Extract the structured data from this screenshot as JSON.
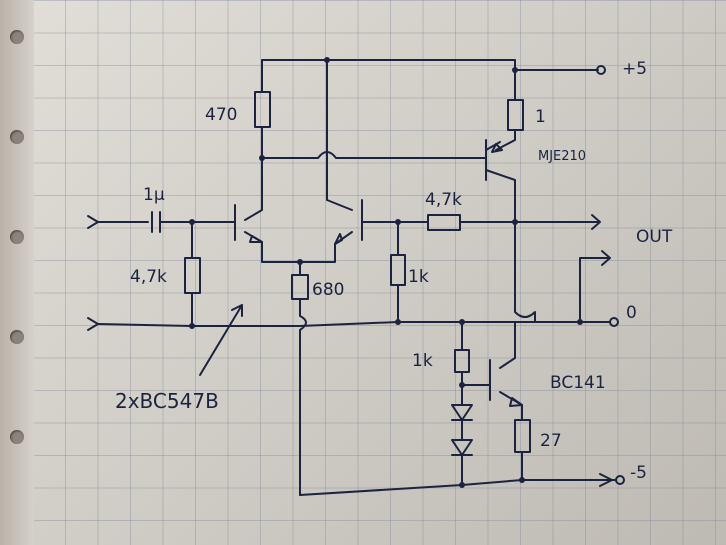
{
  "labels": {
    "vplus": "+5",
    "vminus": "-5",
    "out": "OUT",
    "ground": "0",
    "r470": "470",
    "r1": "1",
    "q_mje": "MJE210",
    "cap": "1µ",
    "r47k_in": "4,7k",
    "r47k_fb": "4,7k",
    "r680": "680",
    "r1k_fb": "1k",
    "r1k_bias": "1k",
    "q_bc141": "BC141",
    "r27": "27",
    "pair": "2xBC547B"
  },
  "colors": {
    "ink": "#1c2340",
    "paper": "#d8d4cc"
  }
}
